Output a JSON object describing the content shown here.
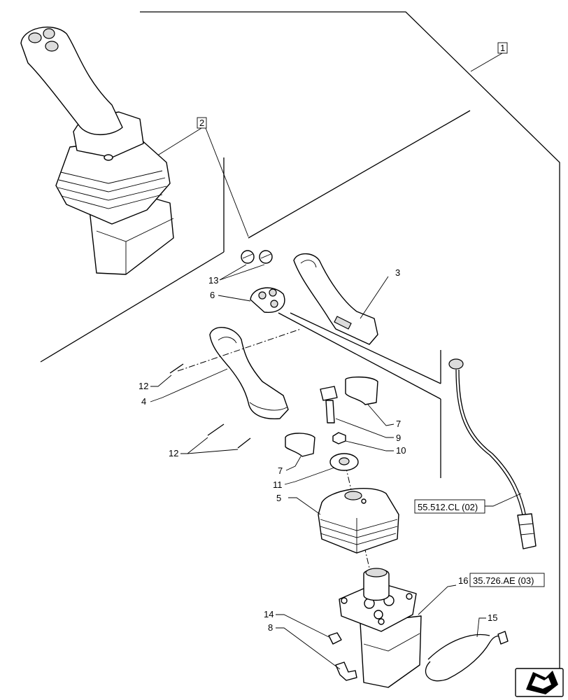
{
  "callouts": {
    "c1": "1",
    "c2": "2",
    "c3": "3",
    "c4": "4",
    "c5": "5",
    "c6": "6",
    "c7a": "7",
    "c7b": "7",
    "c8": "8",
    "c9": "9",
    "c10": "10",
    "c11": "11",
    "c12a": "12",
    "c12b": "12",
    "c13": "13",
    "c14": "14",
    "c15": "15",
    "c16": "16"
  },
  "references": {
    "ref_harness": "55.512.CL (02)",
    "ref_valve": "35.726.AE (03)"
  },
  "icons": {
    "nav": "next-page-arrow-icon"
  }
}
